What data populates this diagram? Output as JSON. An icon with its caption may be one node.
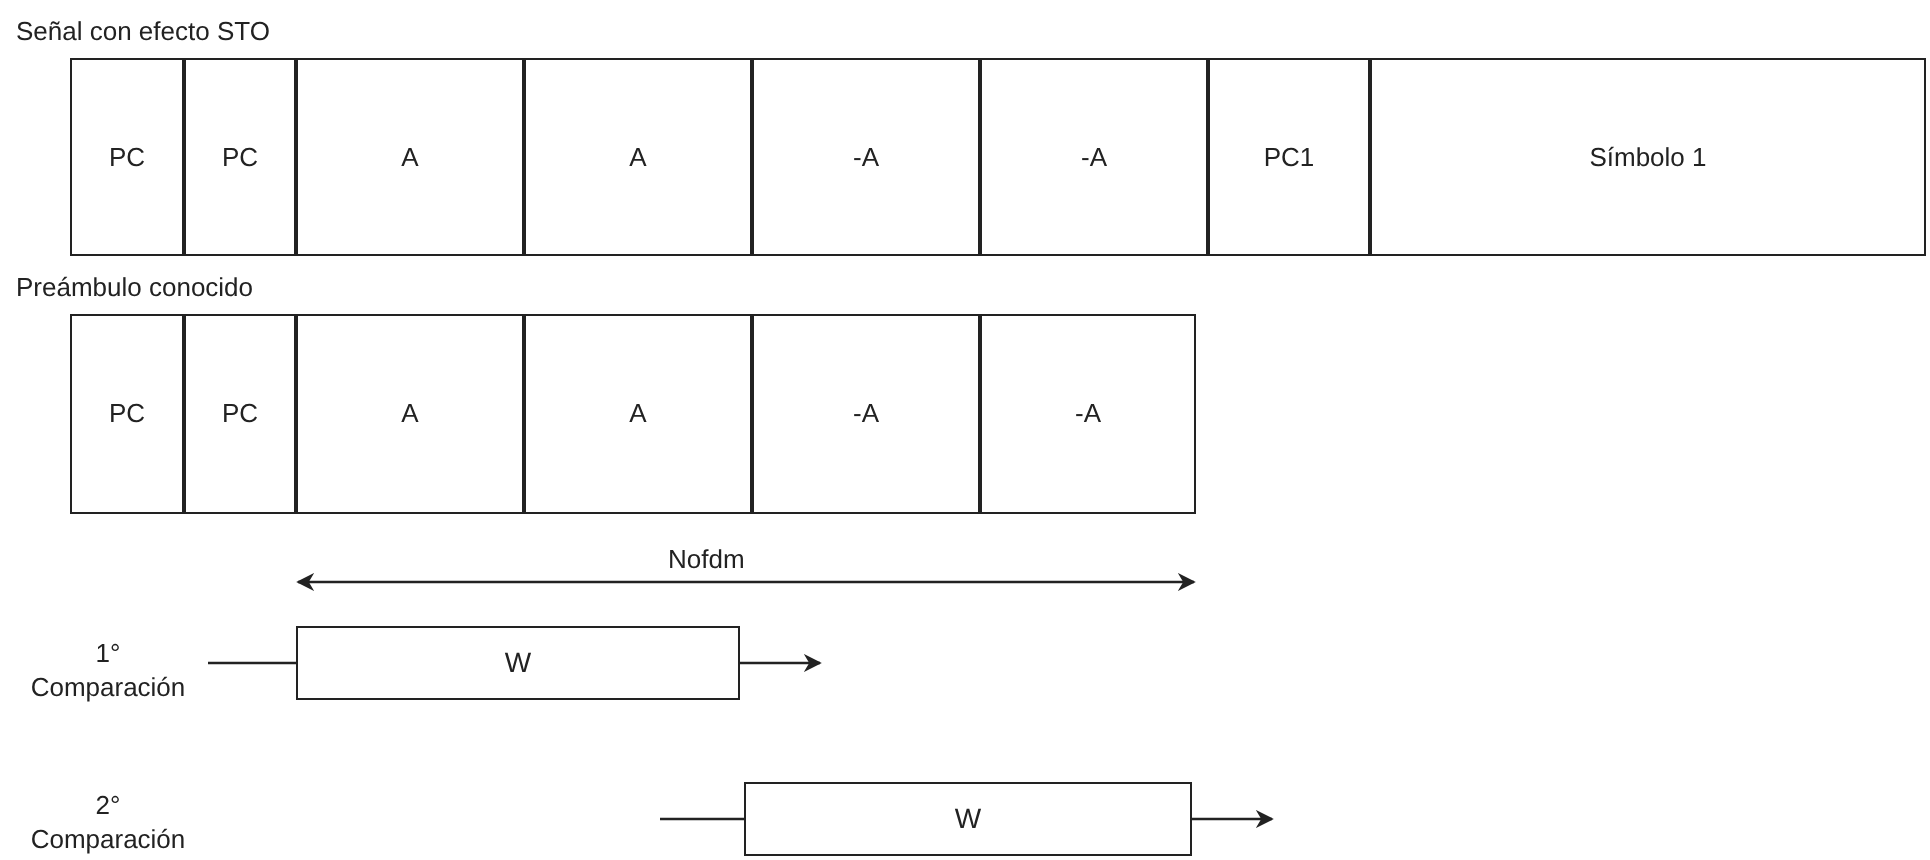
{
  "diagram": {
    "nodes": [
      {
        "text": [
          "Señal con efecto STO"
        ]
      },
      {
        "text": [
          "PC"
        ],
        "in": 0
      },
      {
        "text": [
          "PC"
        ],
        "in": 0
      },
      {
        "text": [
          "A"
        ],
        "in": 0
      },
      {
        "text": [
          "A"
        ],
        "in": 0
      },
      {
        "text": [
          "-A"
        ],
        "in": 0
      },
      {
        "text": [
          "-A"
        ],
        "in": 0
      },
      {
        "text": [
          "PC1"
        ],
        "in": 0
      },
      {
        "text": [
          "Símbolo 1"
        ],
        "in": 0
      },
      {
        "text": [
          "Preámbulo conocido"
        ]
      },
      {
        "text": [
          "PC"
        ],
        "in": 9
      },
      {
        "text": [
          "PC"
        ],
        "in": 9
      },
      {
        "text": [
          "A"
        ],
        "in": 9
      },
      {
        "text": [
          "A"
        ],
        "in": 9
      },
      {
        "text": [
          "-A"
        ],
        "in": 9
      },
      {
        "text": [
          "-A"
        ],
        "in": 9
      },
      {
        "text": [
          "1° Comparación"
        ]
      },
      {
        "text": [
          "W"
        ]
      },
      {
        "text": [
          "W"
        ]
      }
    ],
    "edges": [
      {
        "from": 16,
        "to": 17,
        "arrow": "none"
      },
      {
        "from": 17,
        "to": null,
        "arrow": "to"
      },
      {
        "from": null,
        "to": 18,
        "arrow": "none"
      },
      {
        "from": 18,
        "to": null,
        "arrow": "to"
      }
    ],
    "labels": [
      "Nofdm",
      "2° Comparación"
    ]
  }
}
